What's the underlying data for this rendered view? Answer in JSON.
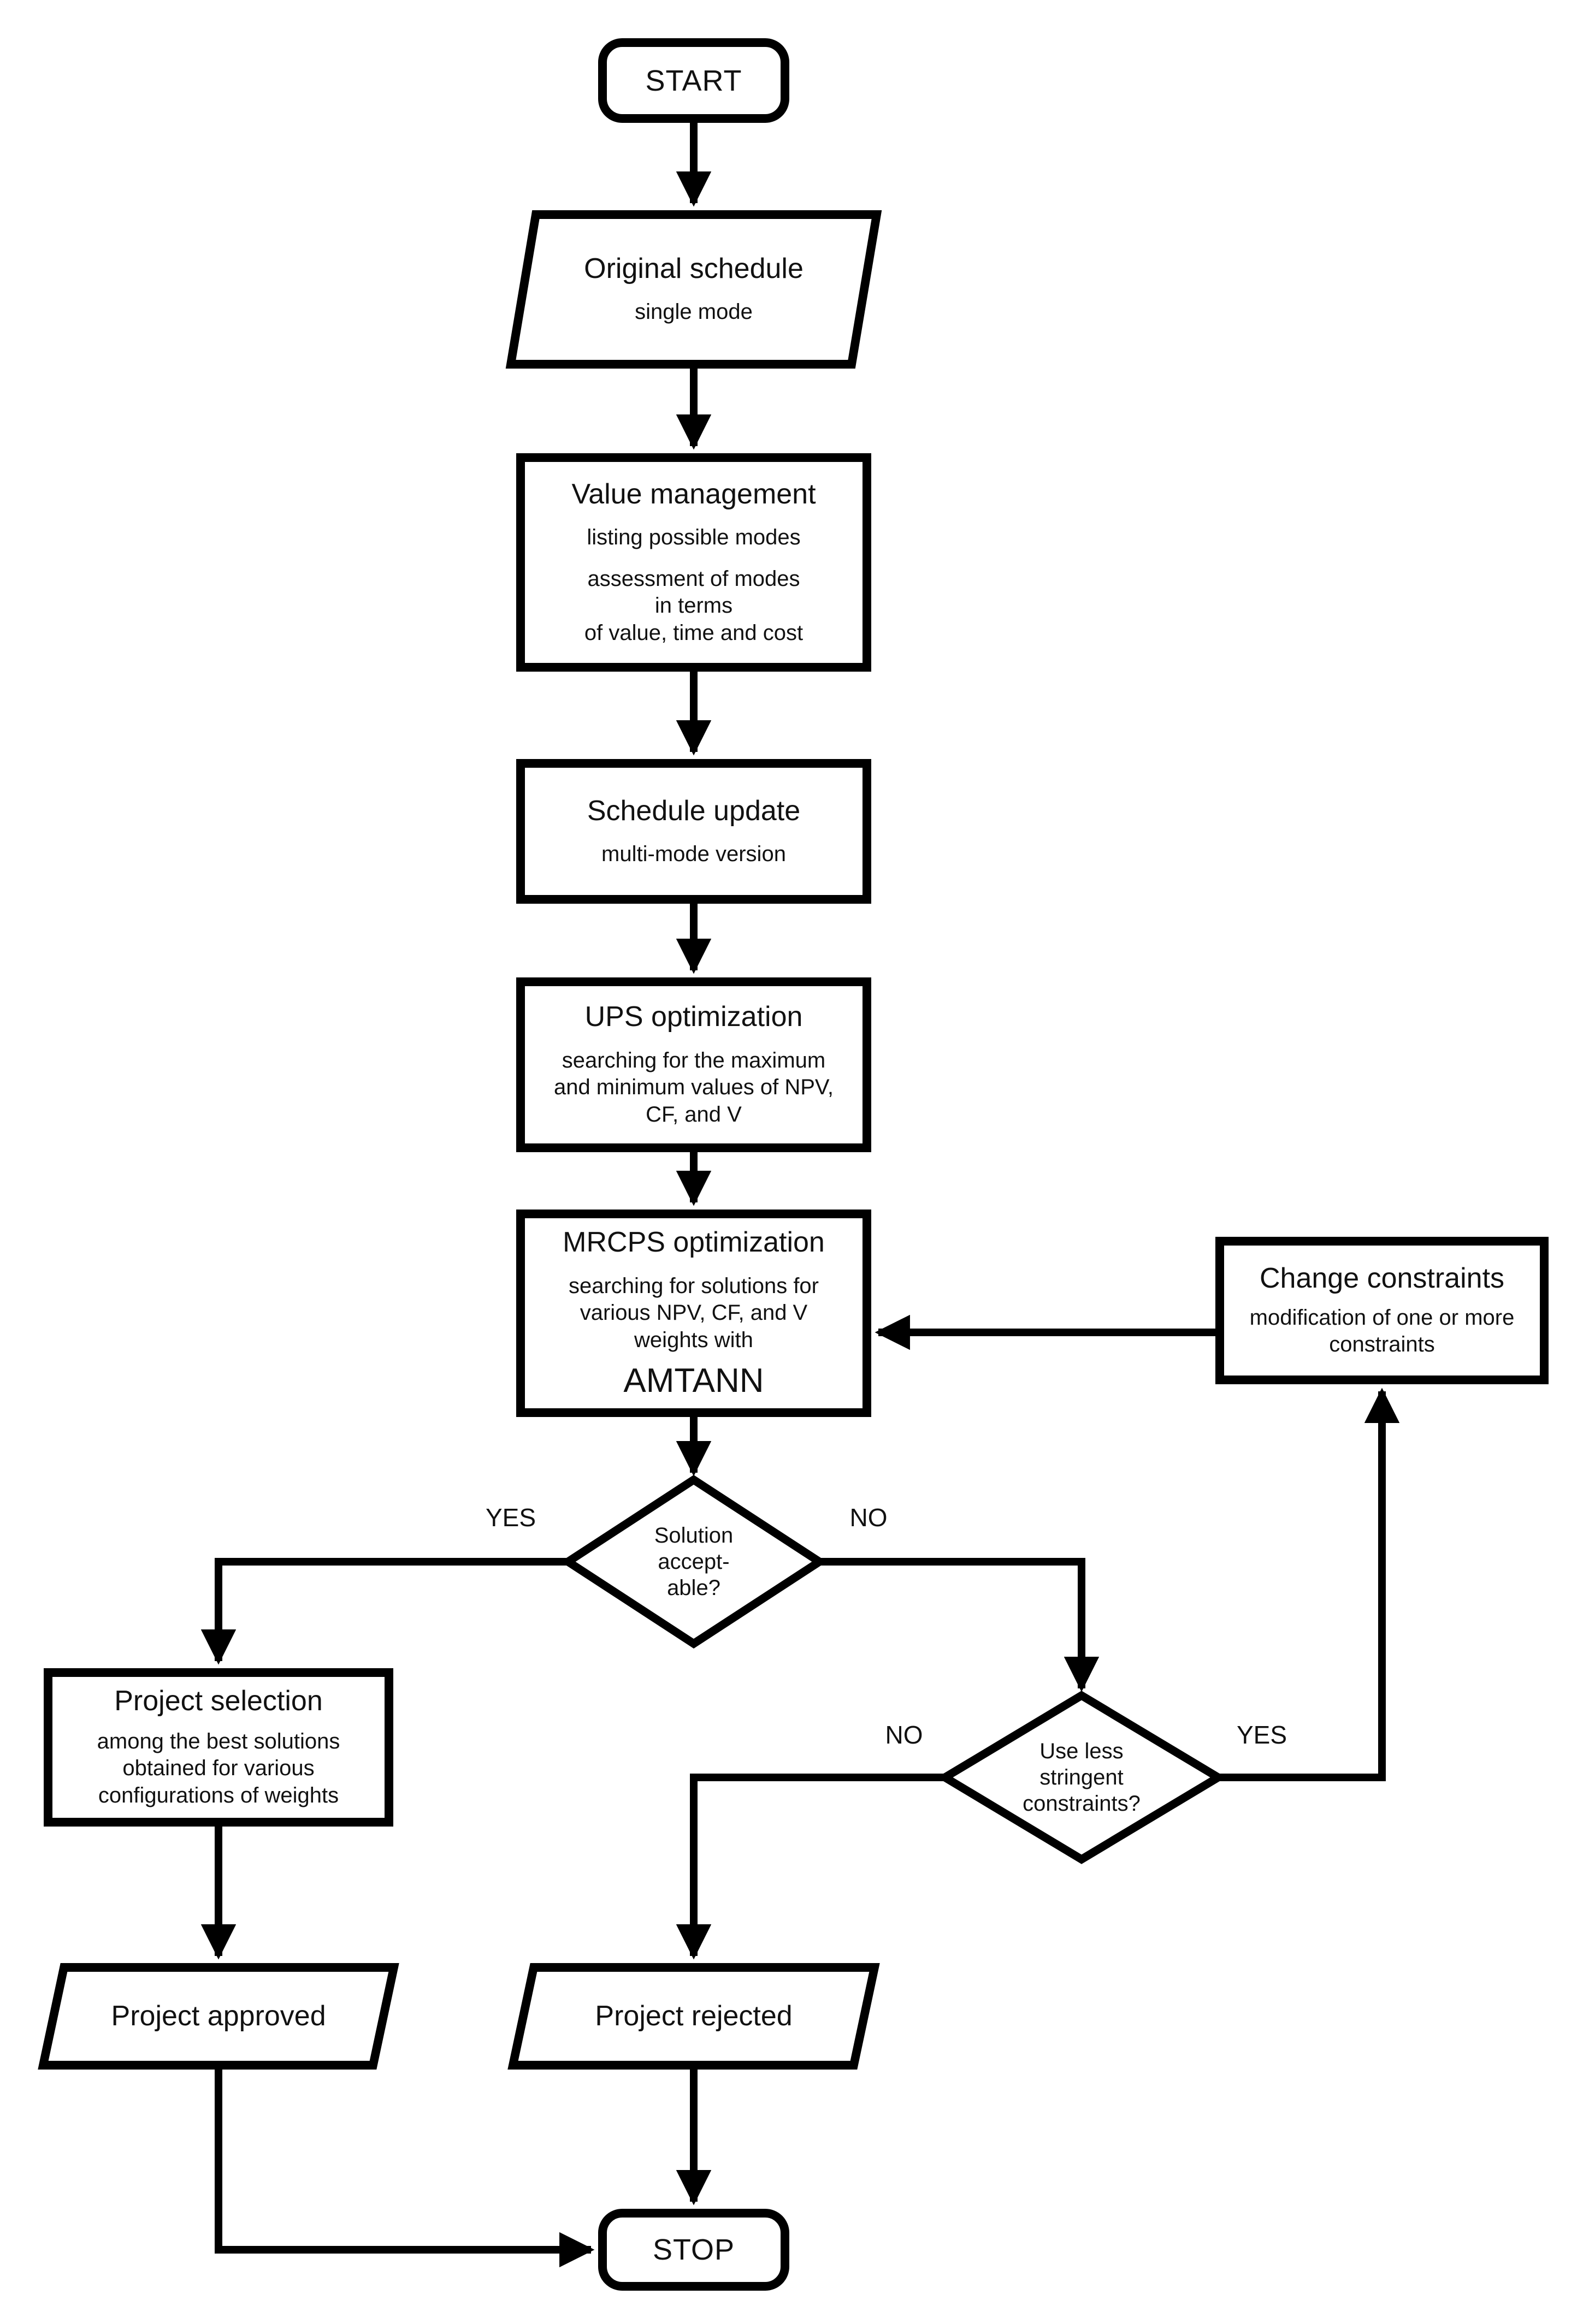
{
  "colors": {
    "ink": "#000000",
    "background": "#ffffff"
  },
  "nodes": {
    "start": {
      "label": "START"
    },
    "original_schedule": {
      "title": "Original schedule",
      "subtitle": "single mode"
    },
    "value_management": {
      "title": "Value management",
      "sub1": "listing possible modes",
      "sub2": "assessment of modes\nin terms\nof value, time and cost"
    },
    "schedule_update": {
      "title": "Schedule update",
      "subtitle": "multi-mode version"
    },
    "ups_optimization": {
      "title": "UPS optimization",
      "subtitle": "searching for the maximum\nand minimum values of NPV,\nCF, and V"
    },
    "mrcps_optimization": {
      "title": "MRCPS optimization",
      "subtitle": "searching for solutions for\nvarious NPV, CF, and V\nweights with",
      "method": "AMTANN"
    },
    "change_constraints": {
      "title": "Change constraints",
      "subtitle": "modification of one or more\nconstraints"
    },
    "solution_acceptable": {
      "label": "Solution\naccept-\nable?"
    },
    "project_selection": {
      "title": "Project selection",
      "subtitle": "among the best solutions\nobtained for various\nconfigurations of weights"
    },
    "use_less_stringent": {
      "label": "Use less\nstringent\nconstraints?"
    },
    "project_approved": {
      "label": "Project approved"
    },
    "project_rejected": {
      "label": "Project rejected"
    },
    "stop": {
      "label": "STOP"
    }
  },
  "edge_labels": {
    "solution_yes": "YES",
    "solution_no": "NO",
    "stringent_no": "NO",
    "stringent_yes": "YES"
  }
}
